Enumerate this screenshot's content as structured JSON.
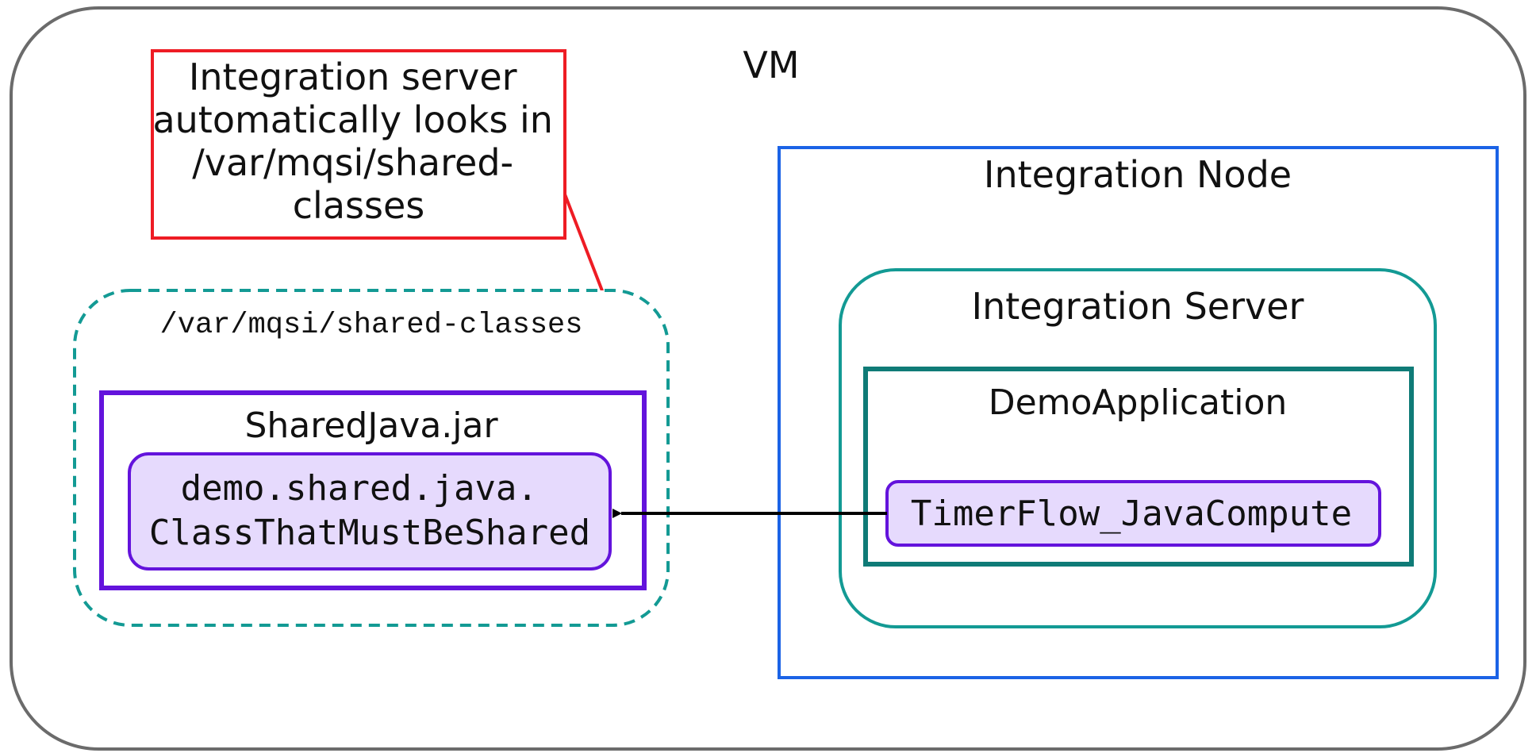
{
  "diagram": {
    "vm_label": "VM",
    "note_lines": [
      "Integration server",
      "automatically looks in",
      "/var/mqsi/shared-",
      "classes"
    ],
    "shared_dir_label": "/var/mqsi/shared-classes",
    "jar_label": "SharedJava.jar",
    "shared_class_lines": [
      "demo.shared.java.",
      "ClassThatMustBeShared"
    ],
    "node_label": "Integration Node",
    "server_label": "Integration Server",
    "application_label": "DemoApplication",
    "compute_node_label": "TimerFlow_JavaCompute"
  },
  "colors": {
    "vm_border": "#6b6b6b",
    "note_border": "#ee1c24",
    "shared_dir_border": "#139a94",
    "jar_border": "#6313dc",
    "class_fill": "#e6dafd",
    "node_border": "#1b63e6",
    "server_border": "#139a94",
    "application_border": "#0f7b77",
    "arrow": "#000000"
  }
}
